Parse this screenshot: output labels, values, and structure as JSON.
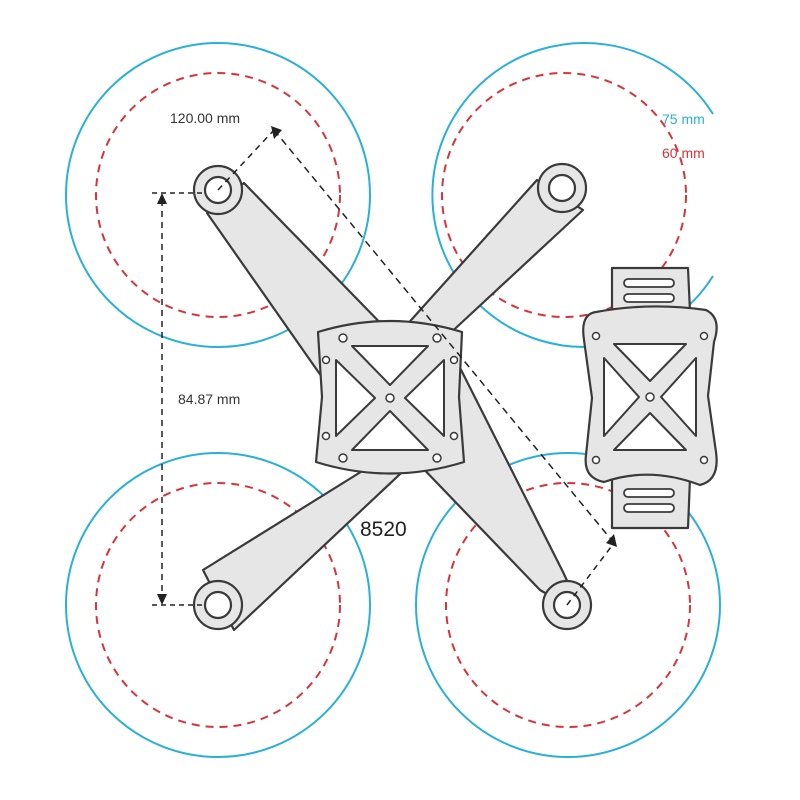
{
  "labels": {
    "motor_diagonal": "120.00 mm",
    "motor_spacing": "84.87 mm",
    "prop_outer": "75 mm",
    "prop_inner": "60 mm",
    "frame_model": "8520"
  },
  "colors": {
    "prop_outer": "#2ab0d8",
    "prop_inner": "#d8333a",
    "frame_fill": "#e6e6e6",
    "frame_stroke": "#3a3a3a",
    "dimension_line": "#222222"
  }
}
